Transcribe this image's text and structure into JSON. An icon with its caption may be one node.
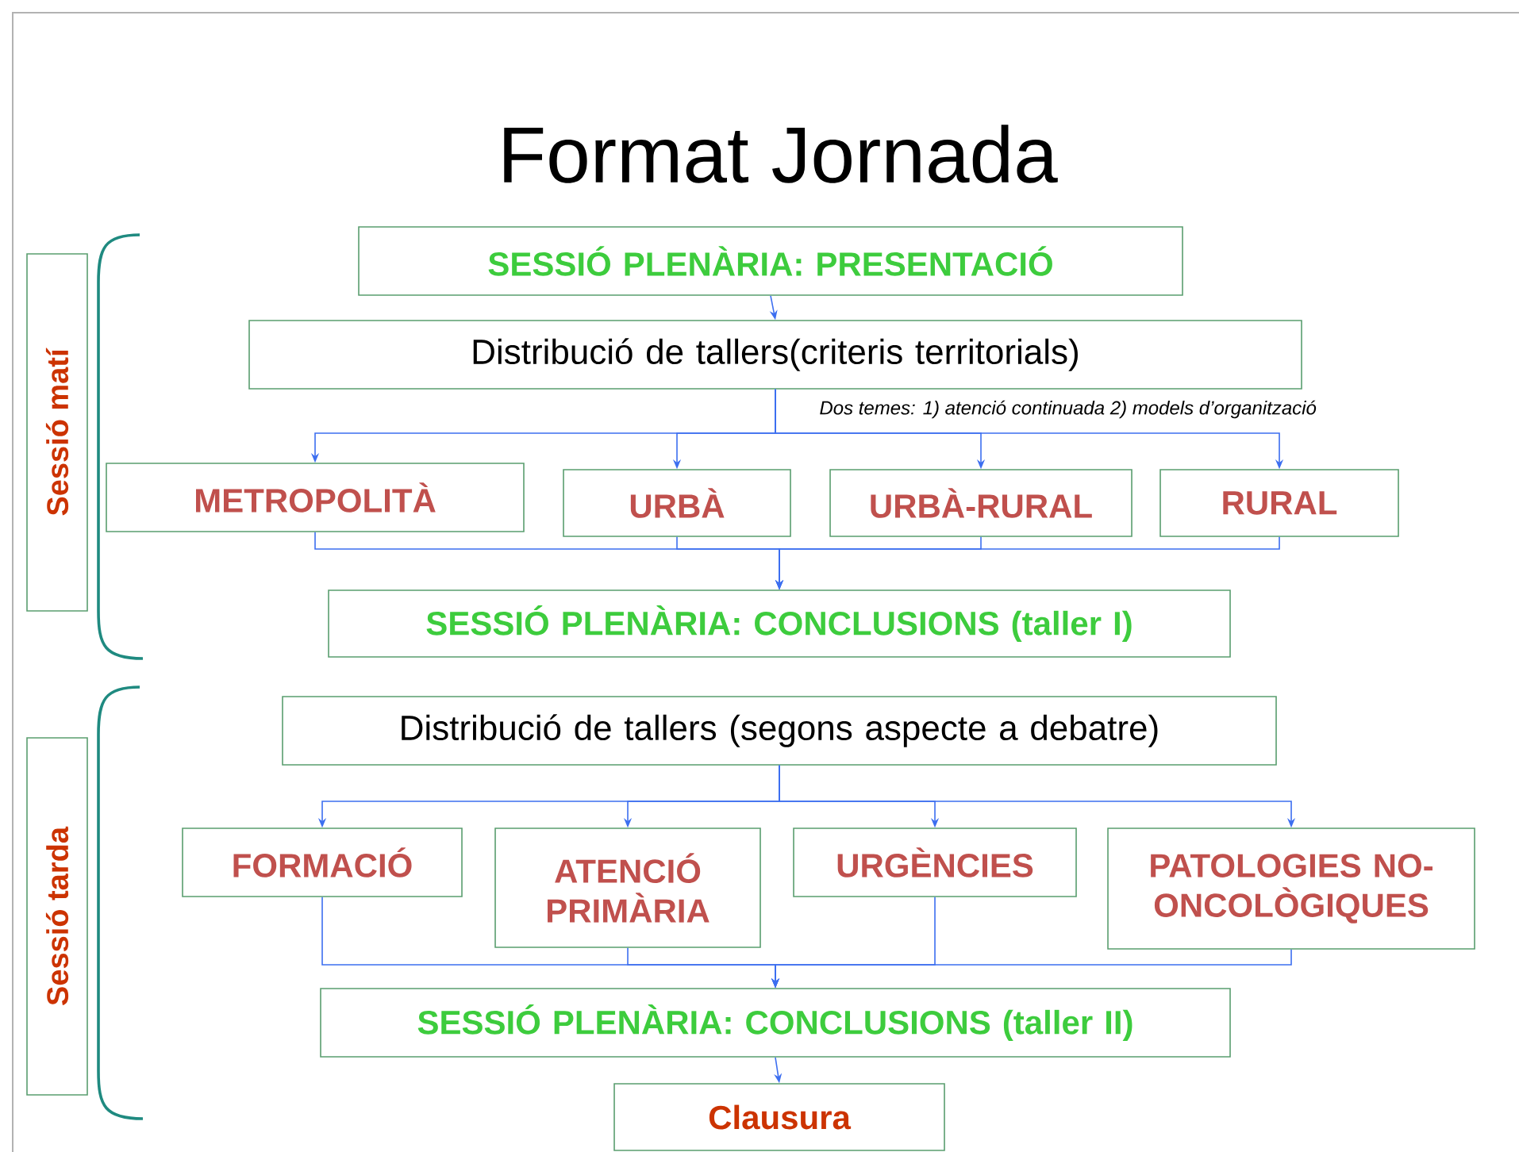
{
  "diagram": {
    "title": "Format Jornada",
    "nodes": [
      {
        "text": [
          "SESSIÓ PLENÀRIA: PRESENTACIÓ"
        ]
      },
      {
        "text": [
          "Distribució de tallers(criteris territorials)"
        ]
      },
      {
        "text": [
          "METROPOLITÀ"
        ]
      },
      {
        "text": [
          "URBÀ"
        ]
      },
      {
        "text": [
          "URBÀ-RURAL"
        ]
      },
      {
        "text": [
          "RURAL"
        ]
      },
      {
        "text": [
          "SESSIÓ PLENÀRIA: CONCLUSIONS (taller I)"
        ]
      },
      {
        "text": [
          "Distribució de tallers (segons aspecte a debatre)"
        ]
      },
      {
        "text": [
          "FORMACIÓ"
        ]
      },
      {
        "text": [
          "ATENCIÓ PRIMÀRIA"
        ]
      },
      {
        "text": [
          "URGÈNCIES"
        ]
      },
      {
        "text": [
          "PATOLOGIES NO-ONCOLÒGIQUES"
        ]
      },
      {
        "text": [
          "SESSIÓ PLENÀRIA: CONCLUSIONS (taller II)"
        ]
      },
      {
        "text": [
          "Clausura"
        ]
      },
      {
        "text": [
          "Sessió matí"
        ]
      },
      {
        "text": [
          "Sessió tarda"
        ]
      }
    ],
    "edges": [
      {
        "from": 0,
        "to": 1,
        "arrow": "to"
      },
      {
        "from": 1,
        "to": 2,
        "arrow": "to"
      },
      {
        "from": 1,
        "to": 3,
        "arrow": "to"
      },
      {
        "from": 1,
        "to": 4,
        "arrow": "to"
      },
      {
        "from": 1,
        "to": 5,
        "arrow": "to"
      },
      {
        "from": 2,
        "to": 6,
        "arrow": "to"
      },
      {
        "from": 3,
        "to": 6,
        "arrow": "to"
      },
      {
        "from": 4,
        "to": 6,
        "arrow": "to"
      },
      {
        "from": 5,
        "to": 6,
        "arrow": "to"
      },
      {
        "from": 7,
        "to": 8,
        "arrow": "to"
      },
      {
        "from": 7,
        "to": 9,
        "arrow": "to"
      },
      {
        "from": 7,
        "to": 10,
        "arrow": "to"
      },
      {
        "from": 7,
        "to": 11,
        "arrow": "to"
      },
      {
        "from": 8,
        "to": 12,
        "arrow": "to"
      },
      {
        "from": 9,
        "to": 12,
        "arrow": "to"
      },
      {
        "from": 10,
        "to": 12,
        "arrow": "to"
      },
      {
        "from": 11,
        "to": 12,
        "arrow": "to"
      },
      {
        "from": 12,
        "to": 13,
        "arrow": "to"
      }
    ],
    "labels": [
      "Dos temes: 1) atenció continuada 2) models d’organització"
    ]
  }
}
